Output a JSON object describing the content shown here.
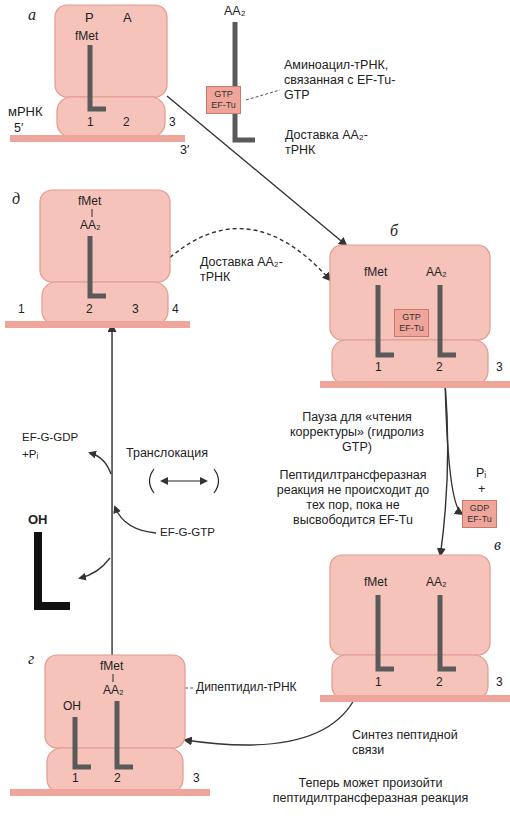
{
  "diagram": {
    "nodes": [
      {
        "text": [
          "P",
          "A",
          "fMet",
          "1",
          "2",
          "3"
        ]
      },
      {
        "text": [
          "GTP",
          "EF-Tu"
        ]
      },
      {
        "text": [
          "fMet",
          "AA₂",
          "1",
          "2",
          "3"
        ]
      },
      {
        "text": [
          "GTP",
          "EF-Tu"
        ],
        "in": 2
      },
      {
        "text": [
          "fMet",
          "AA₂",
          "1",
          "2",
          "3"
        ]
      },
      {
        "text": [
          "GDP",
          "EF-Tu"
        ]
      },
      {
        "text": [
          "fMet",
          "AA₂",
          "OH",
          "1",
          "2",
          "3"
        ]
      },
      {
        "text": [
          "fMet",
          "AA₂",
          "1",
          "2",
          "3",
          "4"
        ]
      }
    ],
    "edges": [
      {
        "from": 0,
        "to": 2,
        "arrow": "to",
        "label": "Доставка AA₂-тРНК"
      },
      {
        "from": 7,
        "to": 2,
        "arrow": "to",
        "label": "Доставка AA₂-тРНК"
      },
      {
        "from": 2,
        "to": 4,
        "arrow": "to"
      },
      {
        "from": 2,
        "to": 5,
        "arrow": "to"
      },
      {
        "from": 4,
        "to": 6,
        "arrow": "to",
        "label": "Синтез пептидной связи"
      },
      {
        "from": 6,
        "to": 7,
        "arrow": "to",
        "label": "Транслокация"
      }
    ],
    "labels": [
      "а",
      "AA₂",
      "Аминоацил-тРНК, связанная с EF-Tu-GTP",
      "мРНК",
      "5′",
      "3′",
      "б",
      "д",
      "Пауза для «чтения корректуры» (гидролиз GTP)",
      "Пептидилтрансферазная реакция не происходит до тех пор, пока не высвободится EF-Tu",
      "Pᵢ",
      "+",
      "EF-G-GDP",
      "+Pᵢ",
      "OH",
      "EF-G-GTP",
      "в",
      "Дипептидил-тРНК",
      "г",
      "Теперь может произойти пептидилтрансферазная реакция"
    ]
  }
}
